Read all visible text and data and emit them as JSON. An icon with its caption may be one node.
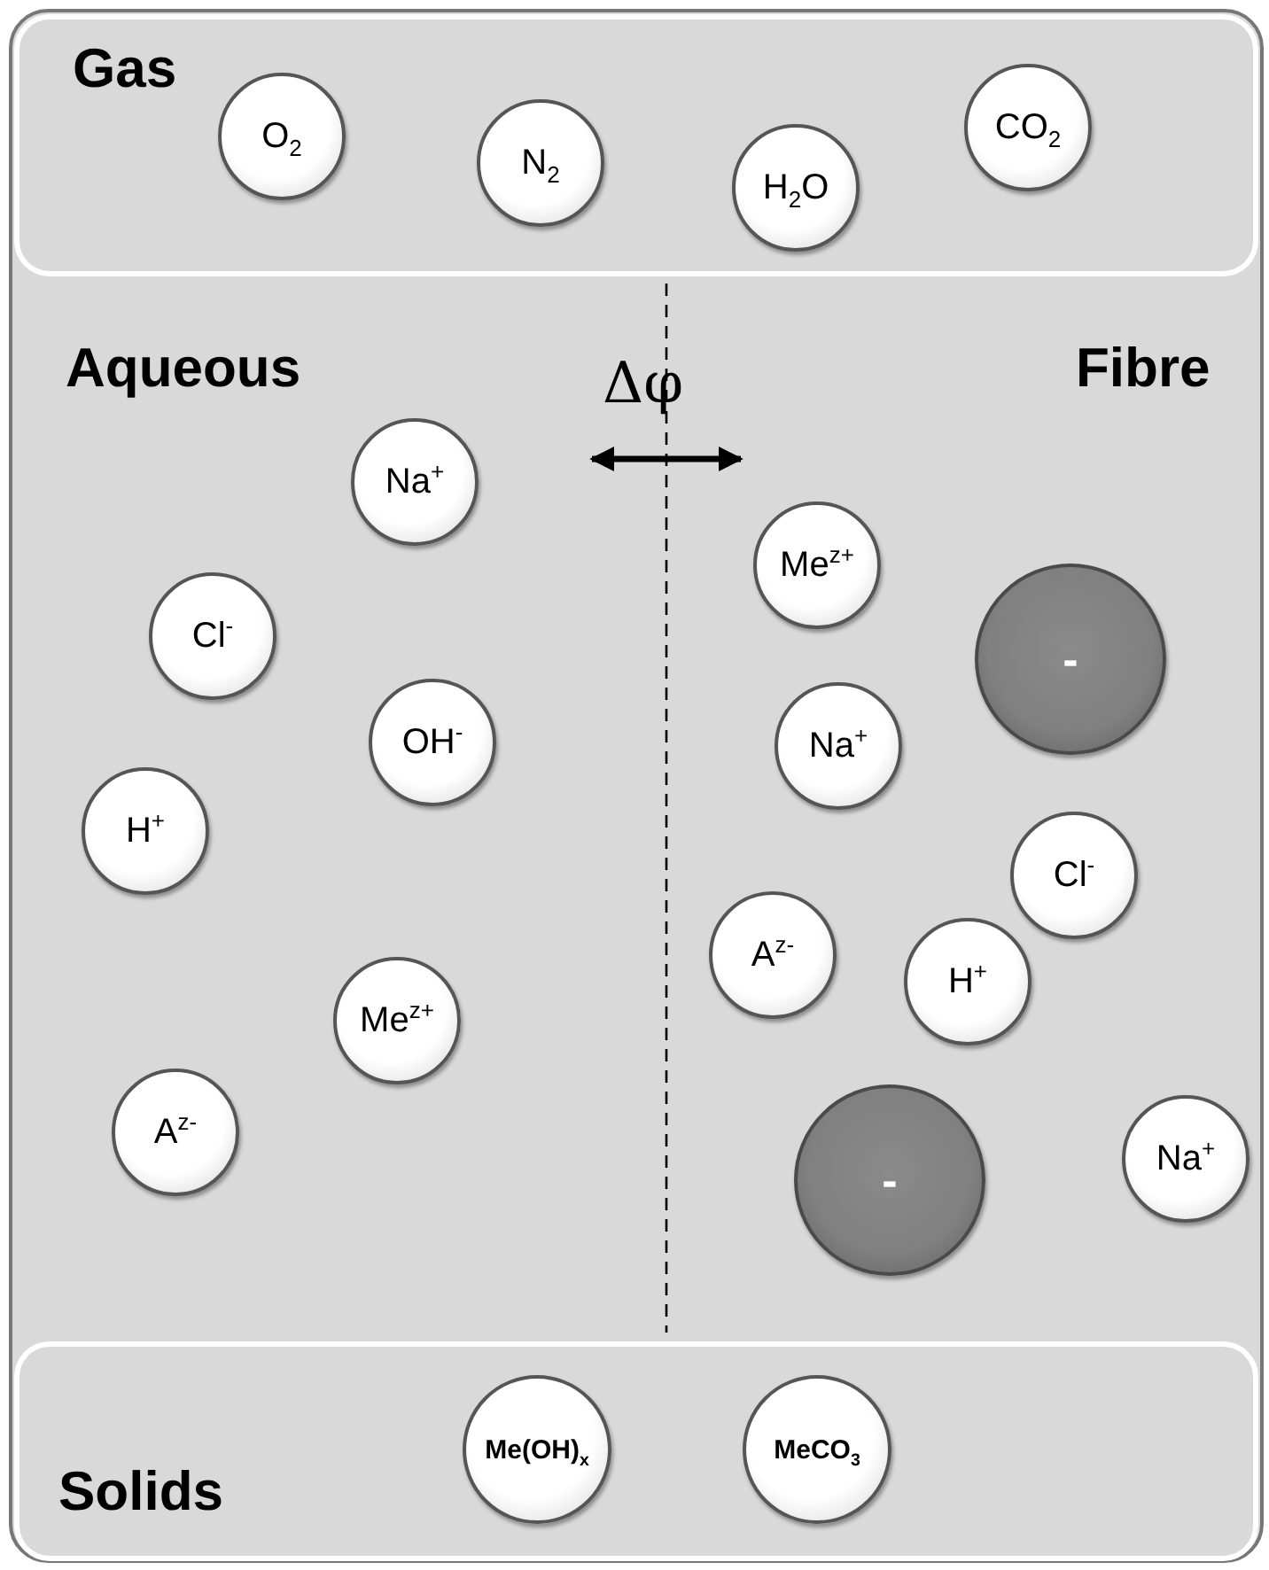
{
  "diagram": {
    "nodes": [
      {
        "text": [
          "Aqueous",
          "Fibre"
        ]
      },
      {
        "text": [
          "Gas"
        ],
        "in": 0
      },
      {
        "text": [
          "O$_{2}$"
        ],
        "in": 1
      },
      {
        "text": [
          "N$_{2}$"
        ],
        "in": 1
      },
      {
        "text": [
          "H$_{2}$O"
        ],
        "in": 1
      },
      {
        "text": [
          "CO$_{2}$"
        ],
        "in": 1
      },
      {
        "text": [
          "Na$^{+}$"
        ],
        "in": 0
      },
      {
        "text": [
          "Cl$^{-}$"
        ],
        "in": 0
      },
      {
        "text": [
          "OH$^{-}$"
        ],
        "in": 0
      },
      {
        "text": [
          "H$^{+}$"
        ],
        "in": 0
      },
      {
        "text": [
          "Me$^{z+}$"
        ],
        "in": 0
      },
      {
        "text": [
          "A$^{z-}$"
        ],
        "in": 0
      },
      {
        "text": [
          "Me$^{z+}$"
        ],
        "in": 0
      },
      {
        "text": [
          "-"
        ],
        "in": 0
      },
      {
        "text": [
          "Na$^{+}$"
        ],
        "in": 0
      },
      {
        "text": [
          "Cl$^{-}$"
        ],
        "in": 0
      },
      {
        "text": [
          "A$^{z-}$"
        ],
        "in": 0
      },
      {
        "text": [
          "H$^{+}$"
        ],
        "in": 0
      },
      {
        "text": [
          "-"
        ],
        "in": 0
      },
      {
        "text": [
          "Na$^{+}$"
        ],
        "in": 0
      },
      {
        "text": [
          "Solids"
        ],
        "in": 0
      },
      {
        "text": [
          "Me(OH)$_{x}$"
        ],
        "in": 20
      },
      {
        "text": [
          "MeCO$_{3}$"
        ],
        "in": 20
      }
    ],
    "labels": [
      "Δφ"
    ]
  }
}
